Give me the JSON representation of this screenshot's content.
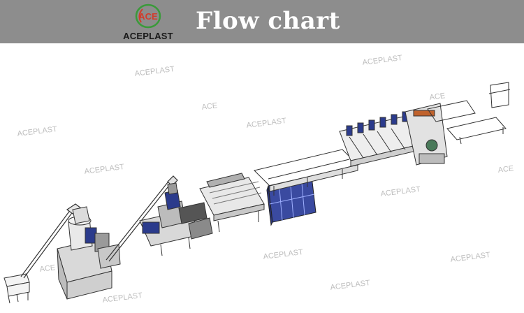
{
  "header": {
    "title": "Flow chart",
    "logo_text": "ACEPLAST",
    "logo_letters": "ACE",
    "background": "#8d8d8d"
  },
  "watermark": {
    "text": "ACEPLAST",
    "partial_text": "ACE"
  },
  "colors": {
    "motor_blue": "#2b3b8c",
    "cabinet_blue": "#3a4aa0",
    "logo_green": "#3a9a3a",
    "logo_red": "#d23c2c"
  }
}
